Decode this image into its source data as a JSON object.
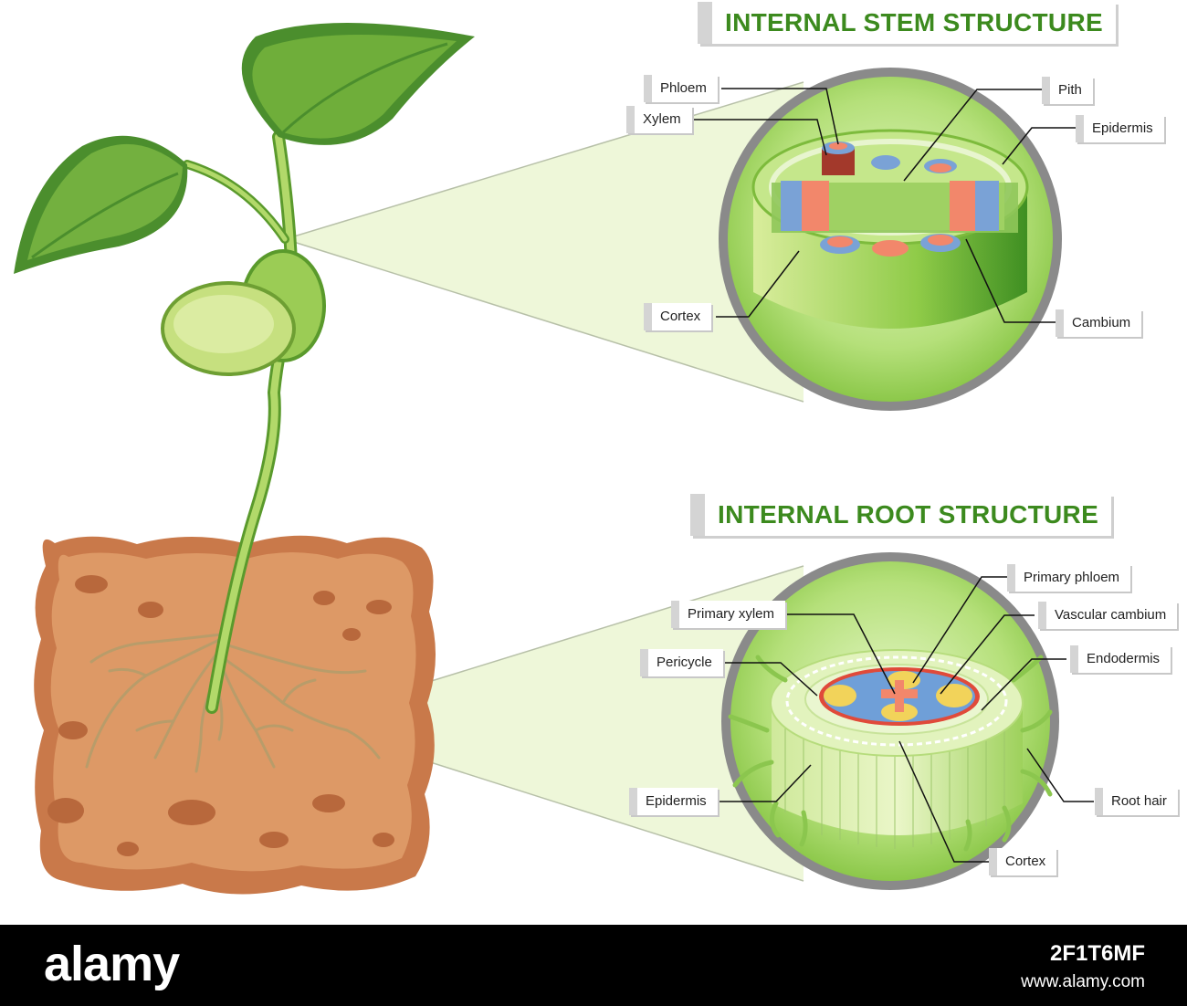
{
  "stem_title": "INTERNAL STEM STRUCTURE",
  "root_title": "INTERNAL ROOT STRUCTURE",
  "stem_labels": {
    "phloem": "Phloem",
    "xylem": "Xylem",
    "pith": "Pith",
    "epidermis": "Epidermis",
    "cortex": "Cortex",
    "cambium": "Cambium"
  },
  "root_labels": {
    "primary_phloem": "Primary phloem",
    "primary_xylem": "Primary xylem",
    "vascular_cambium": "Vascular cambium",
    "pericycle": "Pericycle",
    "endodermis": "Endodermis",
    "epidermis": "Epidermis",
    "root_hair": "Root hair",
    "cortex": "Cortex"
  },
  "watermark": {
    "brand": "alamy",
    "image_id": "2F1T6MF",
    "site": "www.alamy.com"
  },
  "colors": {
    "title_green": "#3c8a1e",
    "plant_green": "#8dc63f",
    "soil": "#d98f5c",
    "xylem": "#f28b70",
    "phloem": "#6f9fd8",
    "footer": "#000000"
  }
}
